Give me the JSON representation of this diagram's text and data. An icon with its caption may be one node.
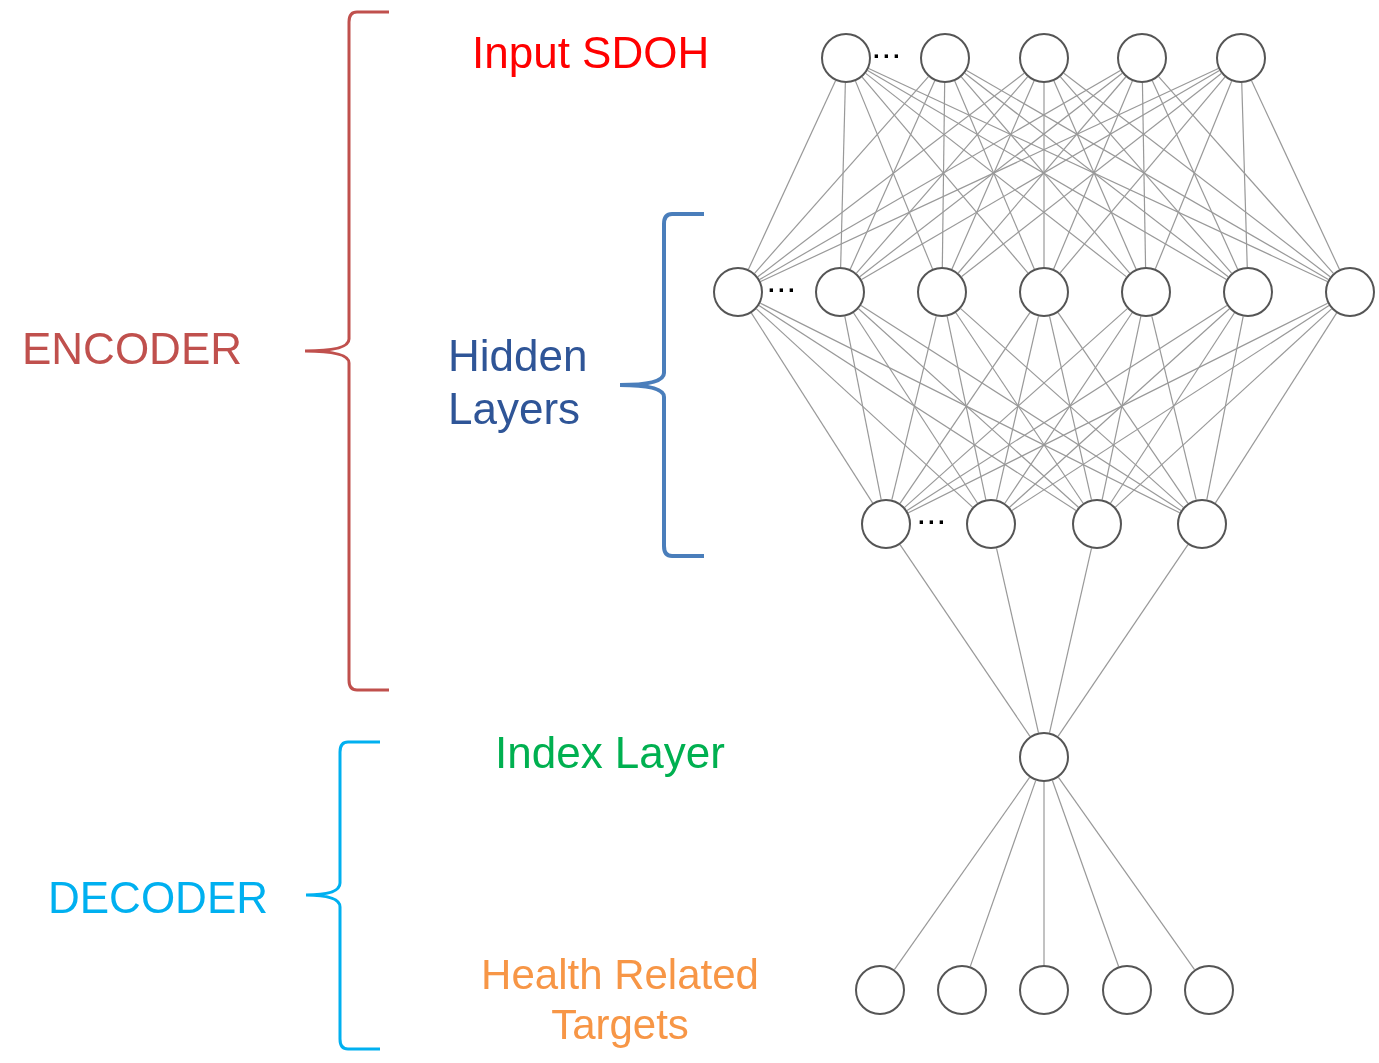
{
  "diagram": {
    "nodes": [
      {
        "text": [],
        "shape": "circle"
      },
      {
        "text": [],
        "shape": "circle"
      },
      {
        "text": [],
        "shape": "circle"
      },
      {
        "text": [],
        "shape": "circle"
      },
      {
        "text": [],
        "shape": "circle"
      },
      {
        "text": [],
        "shape": "circle"
      },
      {
        "text": [],
        "shape": "circle"
      },
      {
        "text": [],
        "shape": "circle"
      },
      {
        "text": [],
        "shape": "circle"
      },
      {
        "text": [],
        "shape": "circle"
      },
      {
        "text": [],
        "shape": "circle"
      },
      {
        "text": [],
        "shape": "circle"
      },
      {
        "text": [],
        "shape": "circle"
      },
      {
        "text": [],
        "shape": "circle"
      },
      {
        "text": [],
        "shape": "circle"
      },
      {
        "text": [],
        "shape": "circle"
      },
      {
        "text": [],
        "shape": "circle"
      },
      {
        "text": [],
        "shape": "circle"
      },
      {
        "text": [],
        "shape": "circle"
      },
      {
        "text": [],
        "shape": "circle"
      },
      {
        "text": [],
        "shape": "circle"
      },
      {
        "text": [],
        "shape": "circle"
      }
    ],
    "edges": [
      {
        "from": 0,
        "to": 5,
        "arrow": "none"
      },
      {
        "from": 0,
        "to": 6,
        "arrow": "none"
      },
      {
        "from": 0,
        "to": 7,
        "arrow": "none"
      },
      {
        "from": 0,
        "to": 8,
        "arrow": "none"
      },
      {
        "from": 0,
        "to": 9,
        "arrow": "none"
      },
      {
        "from": 0,
        "to": 10,
        "arrow": "none"
      },
      {
        "from": 0,
        "to": 11,
        "arrow": "none"
      },
      {
        "from": 1,
        "to": 5,
        "arrow": "none"
      },
      {
        "from": 1,
        "to": 6,
        "arrow": "none"
      },
      {
        "from": 1,
        "to": 7,
        "arrow": "none"
      },
      {
        "from": 1,
        "to": 8,
        "arrow": "none"
      },
      {
        "from": 1,
        "to": 9,
        "arrow": "none"
      },
      {
        "from": 1,
        "to": 10,
        "arrow": "none"
      },
      {
        "from": 1,
        "to": 11,
        "arrow": "none"
      },
      {
        "from": 2,
        "to": 5,
        "arrow": "none"
      },
      {
        "from": 2,
        "to": 6,
        "arrow": "none"
      },
      {
        "from": 2,
        "to": 7,
        "arrow": "none"
      },
      {
        "from": 2,
        "to": 8,
        "arrow": "none"
      },
      {
        "from": 2,
        "to": 9,
        "arrow": "none"
      },
      {
        "from": 2,
        "to": 10,
        "arrow": "none"
      },
      {
        "from": 2,
        "to": 11,
        "arrow": "none"
      },
      {
        "from": 3,
        "to": 5,
        "arrow": "none"
      },
      {
        "from": 3,
        "to": 6,
        "arrow": "none"
      },
      {
        "from": 3,
        "to": 7,
        "arrow": "none"
      },
      {
        "from": 3,
        "to": 8,
        "arrow": "none"
      },
      {
        "from": 3,
        "to": 9,
        "arrow": "none"
      },
      {
        "from": 3,
        "to": 10,
        "arrow": "none"
      },
      {
        "from": 3,
        "to": 11,
        "arrow": "none"
      },
      {
        "from": 4,
        "to": 5,
        "arrow": "none"
      },
      {
        "from": 4,
        "to": 6,
        "arrow": "none"
      },
      {
        "from": 4,
        "to": 7,
        "arrow": "none"
      },
      {
        "from": 4,
        "to": 8,
        "arrow": "none"
      },
      {
        "from": 4,
        "to": 9,
        "arrow": "none"
      },
      {
        "from": 4,
        "to": 10,
        "arrow": "none"
      },
      {
        "from": 4,
        "to": 11,
        "arrow": "none"
      },
      {
        "from": 5,
        "to": 12,
        "arrow": "none"
      },
      {
        "from": 5,
        "to": 13,
        "arrow": "none"
      },
      {
        "from": 5,
        "to": 14,
        "arrow": "none"
      },
      {
        "from": 5,
        "to": 15,
        "arrow": "none"
      },
      {
        "from": 6,
        "to": 12,
        "arrow": "none"
      },
      {
        "from": 6,
        "to": 13,
        "arrow": "none"
      },
      {
        "from": 6,
        "to": 14,
        "arrow": "none"
      },
      {
        "from": 6,
        "to": 15,
        "arrow": "none"
      },
      {
        "from": 7,
        "to": 12,
        "arrow": "none"
      },
      {
        "from": 7,
        "to": 13,
        "arrow": "none"
      },
      {
        "from": 7,
        "to": 14,
        "arrow": "none"
      },
      {
        "from": 7,
        "to": 15,
        "arrow": "none"
      },
      {
        "from": 8,
        "to": 12,
        "arrow": "none"
      },
      {
        "from": 8,
        "to": 13,
        "arrow": "none"
      },
      {
        "from": 8,
        "to": 14,
        "arrow": "none"
      },
      {
        "from": 8,
        "to": 15,
        "arrow": "none"
      },
      {
        "from": 9,
        "to": 12,
        "arrow": "none"
      },
      {
        "from": 9,
        "to": 13,
        "arrow": "none"
      },
      {
        "from": 9,
        "to": 14,
        "arrow": "none"
      },
      {
        "from": 9,
        "to": 15,
        "arrow": "none"
      },
      {
        "from": 10,
        "to": 12,
        "arrow": "none"
      },
      {
        "from": 10,
        "to": 13,
        "arrow": "none"
      },
      {
        "from": 10,
        "to": 14,
        "arrow": "none"
      },
      {
        "from": 10,
        "to": 15,
        "arrow": "none"
      },
      {
        "from": 11,
        "to": 12,
        "arrow": "none"
      },
      {
        "from": 11,
        "to": 13,
        "arrow": "none"
      },
      {
        "from": 11,
        "to": 14,
        "arrow": "none"
      },
      {
        "from": 11,
        "to": 15,
        "arrow": "none"
      },
      {
        "from": 12,
        "to": 16,
        "arrow": "none"
      },
      {
        "from": 13,
        "to": 16,
        "arrow": "none"
      },
      {
        "from": 14,
        "to": 16,
        "arrow": "none"
      },
      {
        "from": 15,
        "to": 16,
        "arrow": "none"
      },
      {
        "from": 16,
        "to": 17,
        "arrow": "none"
      },
      {
        "from": 16,
        "to": 18,
        "arrow": "none"
      },
      {
        "from": 16,
        "to": 19,
        "arrow": "none"
      },
      {
        "from": 16,
        "to": 20,
        "arrow": "none"
      },
      {
        "from": 16,
        "to": 21,
        "arrow": "none"
      }
    ],
    "labels": [
      "Input SDOH",
      "···",
      "···",
      "ENCODER",
      "Hidden Layers",
      "···",
      "Index Layer",
      "DECODER",
      "Health Related Targets"
    ]
  }
}
